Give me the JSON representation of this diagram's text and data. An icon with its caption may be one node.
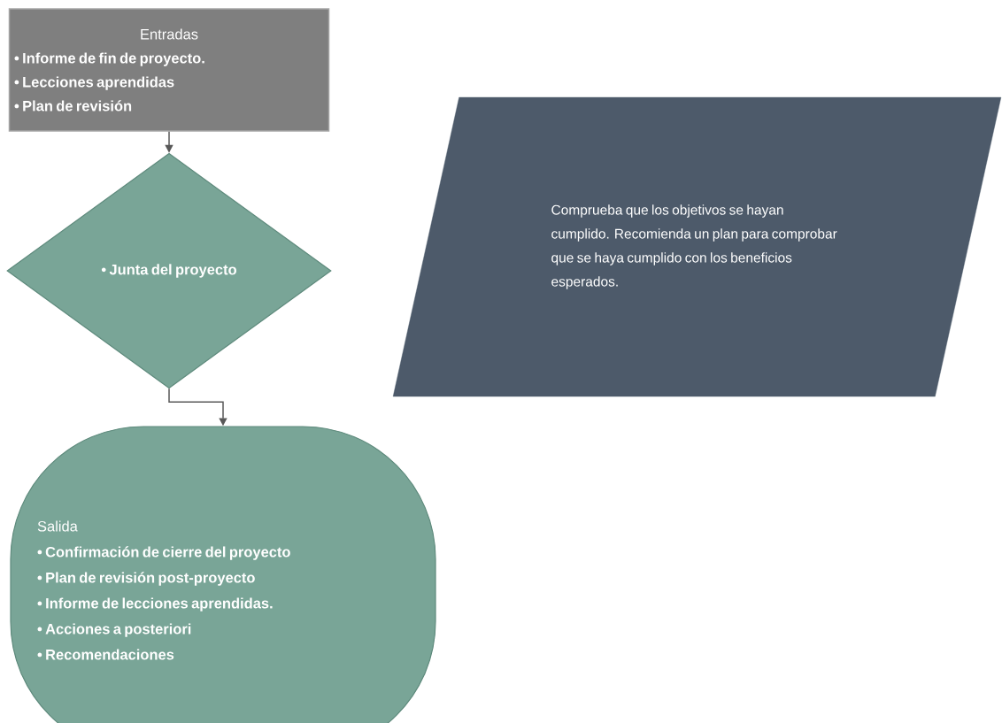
{
  "diagram": {
    "nodes": [
      {
        "text": [
          "Entradas",
          "• Informe de fin de proyecto.",
          "• Lecciones aprendidas",
          "• Plan de revisión"
        ]
      },
      {
        "text": [
          "• Junta del proyecto"
        ]
      },
      {
        "text": [
          "Salida",
          "• Confirmación de cierre del proyecto",
          "• Plan de revisión post-proyecto",
          "• Informe de lecciones aprendidas.",
          "• Acciones a posteriori",
          "• Recomendaciones"
        ]
      },
      {
        "text": [
          "Comprueba que los objetivos se hayan cumplido. Recomienda un plan para comprobar que se haya cumplido con los beneficios esperados."
        ]
      }
    ],
    "edges": [
      {
        "from": 0,
        "to": 1,
        "arrow": "to"
      },
      {
        "from": 1,
        "to": 2,
        "arrow": "to"
      }
    ]
  }
}
